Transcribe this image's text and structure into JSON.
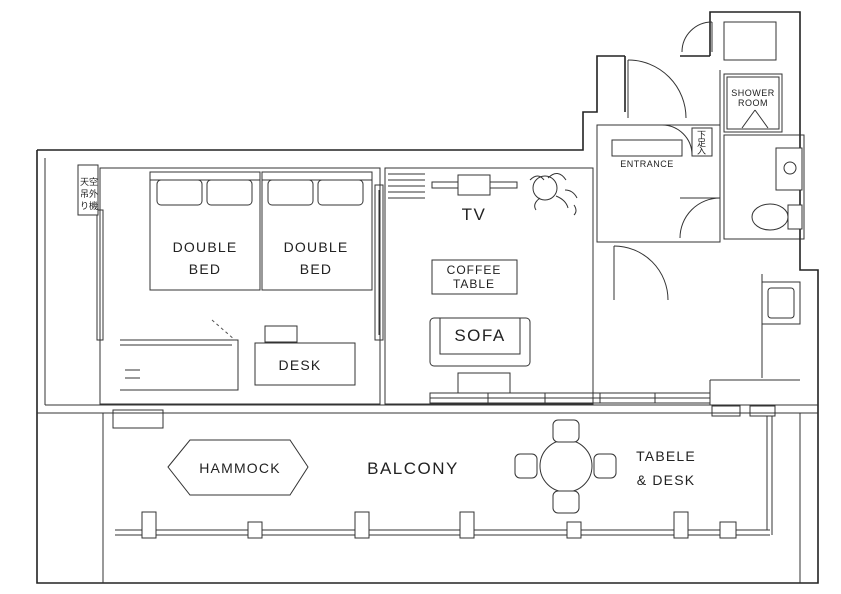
{
  "labels": {
    "double_bed_1_line1": "DOUBLE",
    "double_bed_1_line2": "BED",
    "double_bed_2_line1": "DOUBLE",
    "double_bed_2_line2": "BED",
    "tv": "TV",
    "coffee_table_line1": "COFFEE",
    "coffee_table_line2": "TABLE",
    "sofa": "SOFA",
    "desk": "DESK",
    "entrance": "ENTRANCE",
    "shower_room_line1": "SHOWER",
    "shower_room_line2": "ROOM",
    "hammock": "HAMMOCK",
    "balcony": "BALCONY",
    "table_desk_line1": "TABELE",
    "table_desk_line2": "& DESK",
    "jp_side_1": "天空",
    "jp_side_2": "吊外",
    "jp_side_3": "り機",
    "jp_shoe_1": "下",
    "jp_shoe_2": "足",
    "jp_shoe_3": "入"
  }
}
